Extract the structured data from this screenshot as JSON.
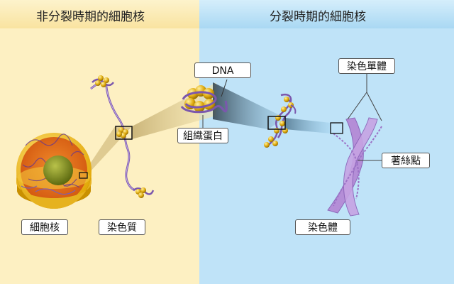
{
  "headers": {
    "left": "非分裂時期的細胞核",
    "right": "分裂時期的細胞核"
  },
  "labels": {
    "nucleus": "細胞核",
    "chromatin": "染色質",
    "dna": "DNA",
    "histone": "組織蛋白",
    "chromatid": "染色單體",
    "centromere": "著絲點",
    "chromosome": "染色體"
  },
  "colors": {
    "left_bg": "#fdf0c2",
    "right_bg": "#bfe3f8",
    "dna_strand": "#8a63b8",
    "histone": "#d9a400",
    "chromosome": "#b48ad6",
    "nucleus_interior": "#e0661b",
    "nucleolus": "#8d9a1d"
  }
}
